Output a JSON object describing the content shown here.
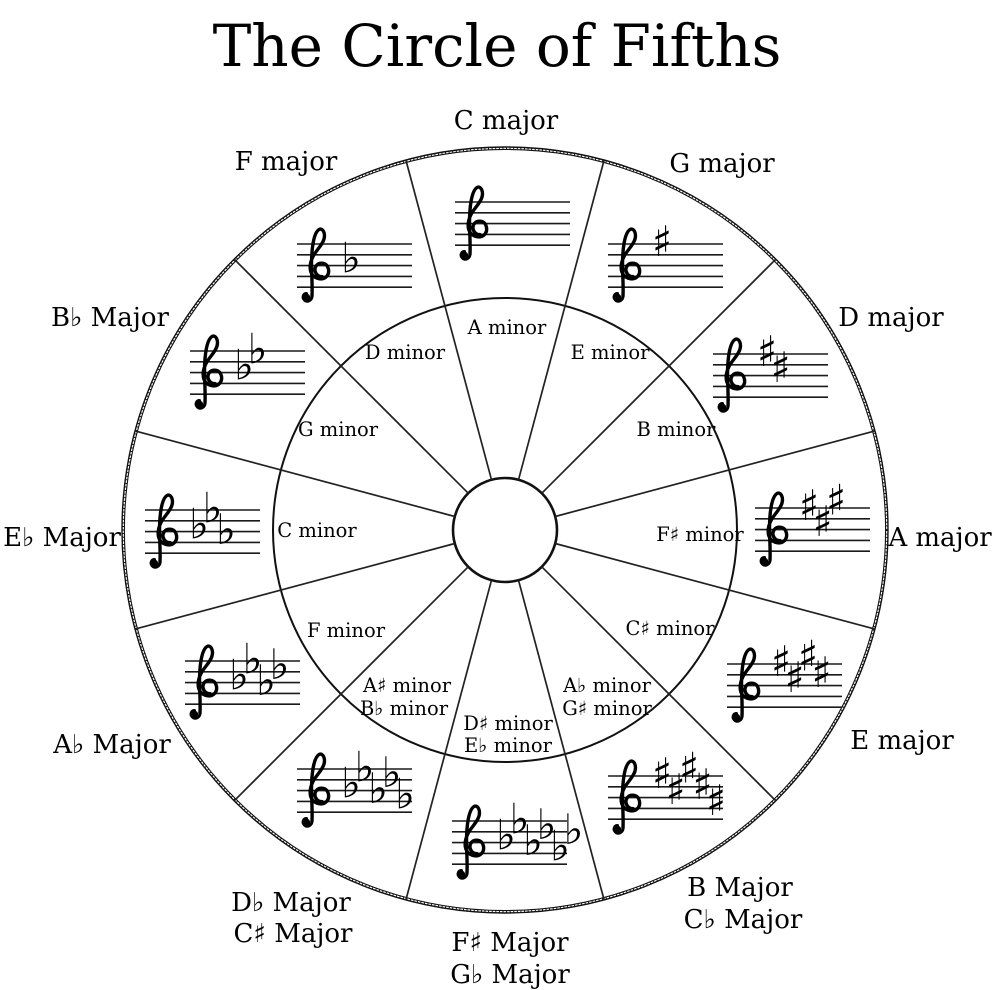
{
  "title": "The Circle of Fifths",
  "colors": {
    "ink": "#000000",
    "background": "#ffffff"
  },
  "glyphs": {
    "sharp": "♯",
    "flat": "♭"
  },
  "sectors": [
    {
      "id": "c-major",
      "major_lines": [
        "C major"
      ],
      "minor_lines": [
        "A minor"
      ],
      "key_signature": {
        "accidental": "none",
        "count": 0
      }
    },
    {
      "id": "g-major",
      "major_lines": [
        "G major"
      ],
      "minor_lines": [
        "E minor"
      ],
      "key_signature": {
        "accidental": "sharp",
        "count": 1
      }
    },
    {
      "id": "d-major",
      "major_lines": [
        "D major"
      ],
      "minor_lines": [
        "B minor"
      ],
      "key_signature": {
        "accidental": "sharp",
        "count": 2
      }
    },
    {
      "id": "a-major",
      "major_lines": [
        "A major"
      ],
      "minor_lines": [
        "F♯ minor"
      ],
      "key_signature": {
        "accidental": "sharp",
        "count": 3
      }
    },
    {
      "id": "e-major",
      "major_lines": [
        "E major"
      ],
      "minor_lines": [
        "C♯ minor"
      ],
      "key_signature": {
        "accidental": "sharp",
        "count": 4
      }
    },
    {
      "id": "b-major",
      "major_lines": [
        "B Major",
        "C♭ Major"
      ],
      "minor_lines": [
        "A♭ minor",
        "G♯ minor"
      ],
      "key_signature": {
        "accidental": "sharp",
        "count": 5
      }
    },
    {
      "id": "f-sharp-major",
      "major_lines": [
        "F♯ Major",
        "G♭ Major"
      ],
      "minor_lines": [
        "D♯ minor",
        "E♭ minor"
      ],
      "key_signature": {
        "accidental": "flat",
        "count": 6
      }
    },
    {
      "id": "d-flat-major",
      "major_lines": [
        "D♭ Major",
        "C♯ Major"
      ],
      "minor_lines": [
        "A♯ minor",
        "B♭ minor"
      ],
      "key_signature": {
        "accidental": "flat",
        "count": 5
      }
    },
    {
      "id": "a-flat-major",
      "major_lines": [
        "A♭ Major"
      ],
      "minor_lines": [
        "F minor"
      ],
      "key_signature": {
        "accidental": "flat",
        "count": 4
      }
    },
    {
      "id": "e-flat-major",
      "major_lines": [
        "E♭ Major"
      ],
      "minor_lines": [
        "C minor"
      ],
      "key_signature": {
        "accidental": "flat",
        "count": 3
      }
    },
    {
      "id": "b-flat-major",
      "major_lines": [
        "B♭ Major"
      ],
      "minor_lines": [
        "G minor"
      ],
      "key_signature": {
        "accidental": "flat",
        "count": 2
      }
    },
    {
      "id": "f-major",
      "major_lines": [
        "F major"
      ],
      "minor_lines": [
        "D minor"
      ],
      "key_signature": {
        "accidental": "flat",
        "count": 1
      }
    }
  ]
}
